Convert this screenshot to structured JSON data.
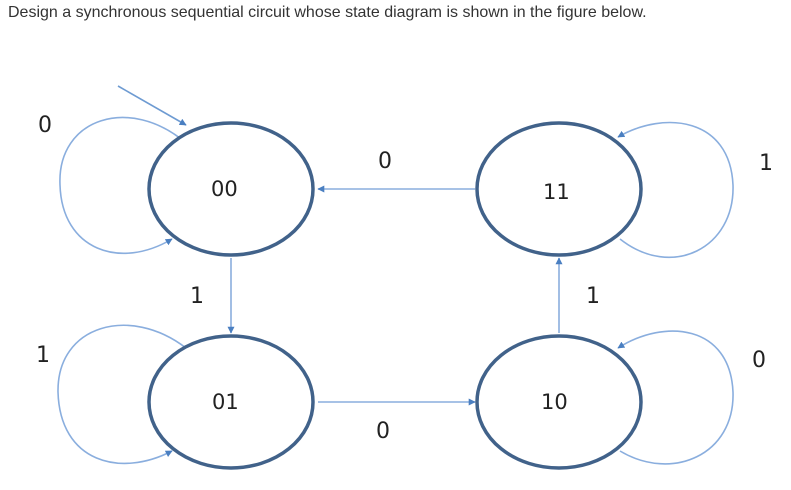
{
  "question": "Design a synchronous sequential circuit whose state diagram is shown in the figure below.",
  "colors": {
    "node_stroke": "#41628a",
    "edge_stroke": "#6e9bd2",
    "text": "#222222"
  },
  "states": {
    "s00": "00",
    "s01": "01",
    "s10": "10",
    "s11": "11"
  },
  "edges": {
    "self_00": "0",
    "self_01": "1",
    "self_11": "1",
    "self_10": "0",
    "e_11_00": "0",
    "e_00_01": "1",
    "e_01_10": "0",
    "e_10_11": "1"
  }
}
